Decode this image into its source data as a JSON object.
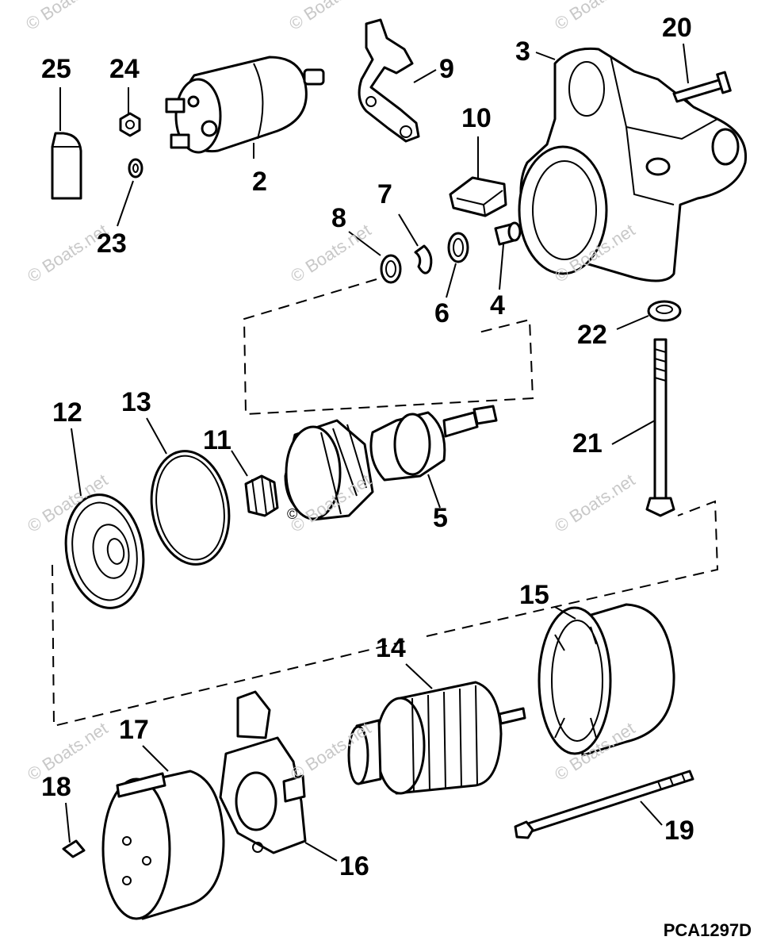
{
  "watermark": "© Boats.net",
  "diagram_code": "PCA1297D",
  "copyright_mark": "©",
  "callouts": {
    "c1": "2",
    "c2": "3",
    "c3": "4",
    "c4": "5",
    "c5": "6",
    "c6": "7",
    "c7": "8",
    "c8": "9",
    "c9": "10",
    "c10": "11",
    "c11": "12",
    "c12": "13",
    "c13": "14",
    "c14": "15",
    "c15": "16",
    "c16": "17",
    "c17": "18",
    "c18": "19",
    "c19": "20",
    "c20": "21",
    "c21": "22",
    "c22": "23",
    "c23": "24",
    "c24": "25"
  }
}
